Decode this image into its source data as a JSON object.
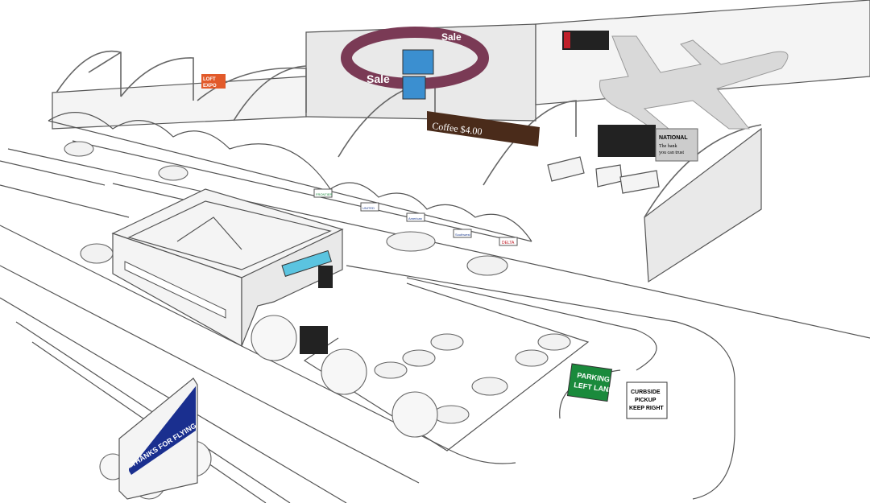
{
  "scene": {
    "ring_sign": {
      "text": "Sale"
    },
    "coffee_banner": {
      "text": "Coffee $4.00"
    },
    "bank_ad": {
      "title": "NATIONAL",
      "line1": "The bank",
      "line2": "you can trust"
    },
    "expo_ad": {
      "line1": "LOFT",
      "line2": "EXPO"
    },
    "airline_signs": [
      "FRONTIER",
      "UNITED",
      "American",
      "Southwest",
      "DELTA"
    ],
    "parking_sign": {
      "line1": "PARKING",
      "line2": "LEFT LANE",
      "color": "#1a8a3c"
    },
    "curbside_sign": {
      "line1": "CURBSIDE",
      "line2": "PICKUP",
      "line3": "KEEP RIGHT"
    },
    "welcome_sign": {
      "text": "THANKS FOR FLYING",
      "color": "#1a2f8f"
    }
  }
}
